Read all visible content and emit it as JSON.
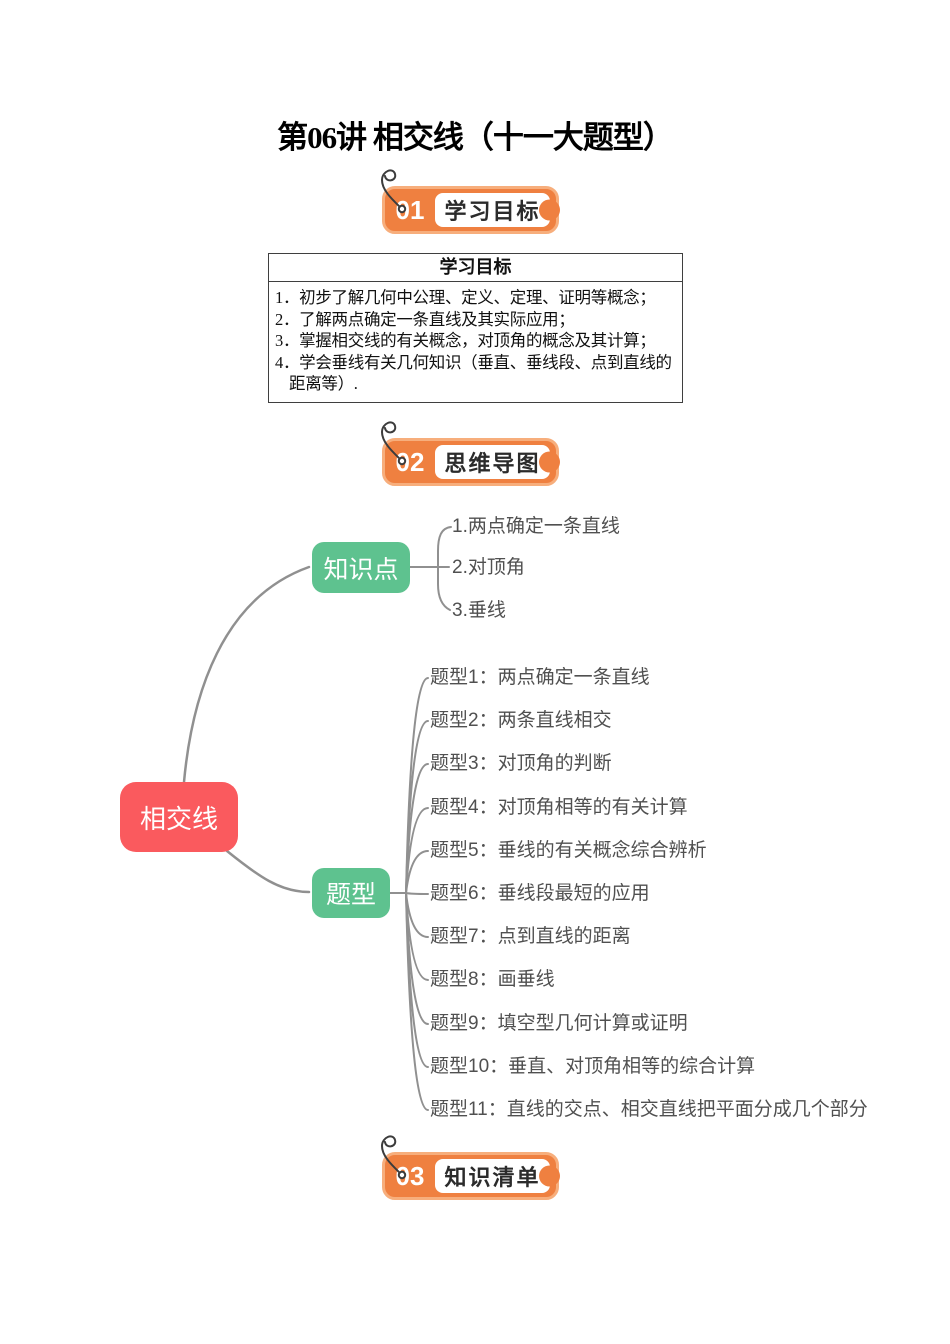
{
  "page": {
    "title": "第06讲 相交线（十一大题型）"
  },
  "sections": [
    {
      "number": "01",
      "label": "学习目标"
    },
    {
      "number": "02",
      "label": "思维导图"
    },
    {
      "number": "03",
      "label": "知识清单"
    }
  ],
  "objectives_table": {
    "header": "学习目标",
    "items": [
      "1．初步了解几何中公理、定义、定理、证明等概念；",
      "2．了解两点确定一条直线及其实际应用；",
      "3．掌握相交线的有关概念，对顶角的概念及其计算；",
      "4．学会垂线有关几何知识（垂直、垂线段、点到直线的距离等）."
    ]
  },
  "mindmap": {
    "root": "相交线",
    "branches": [
      {
        "label": "知识点",
        "children": [
          "1.两点确定一条直线",
          "2.对顶角",
          "3.垂线"
        ]
      },
      {
        "label": "题型",
        "children": [
          "题型1：两点确定一条直线",
          "题型2：两条直线相交",
          "题型3：对顶角的判断",
          "题型4：对顶角相等的有关计算",
          "题型5：垂线的有关概念综合辨析",
          "题型6：垂线段最短的应用",
          "题型7：点到直线的距离",
          "题型8：画垂线",
          "题型9：填空型几何计算或证明",
          "题型10：垂直、对顶角相等的综合计算",
          "题型11：直线的交点、相交直线把平面分成几个部分"
        ]
      }
    ],
    "colors": {
      "root_node": "#fa5a5e",
      "branch_node": "#5ec28f",
      "connector": "#909090",
      "badge_orange": "#ef8040",
      "badge_border": "#f7ae7c",
      "item_text": "#505050"
    }
  }
}
